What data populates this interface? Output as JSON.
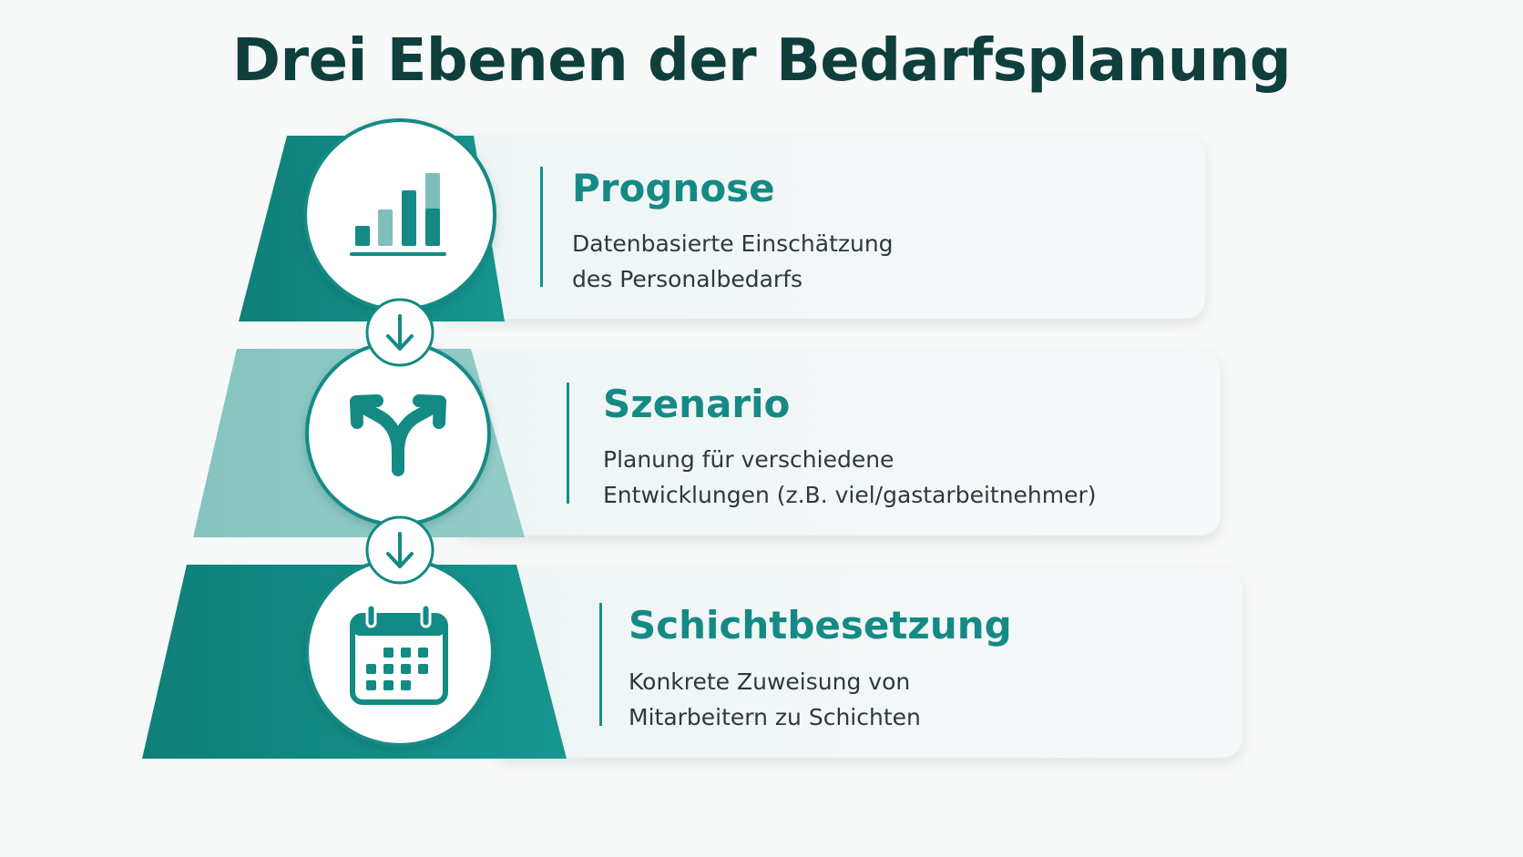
{
  "title": "Drei Ebenen der Bedarfsplanung",
  "colors": {
    "teal_dark": "#138a84",
    "teal_light": "#8cc7c3",
    "title": "#0f3f3c",
    "accent_text": "#158a85",
    "body_text": "#2d3a3a",
    "card_bg": "#eef5f5"
  },
  "levels": [
    {
      "title": "Prognose",
      "description": [
        "Datenbasierte Einschätzung",
        "des Personalbedarfs"
      ],
      "icon": "bar-chart-icon"
    },
    {
      "title": "Szenario",
      "description": [
        "Planung für verschiedene",
        "Entwicklungen (z.B. viel/gastarbeitnehmer)"
      ],
      "icon": "split-arrows-icon"
    },
    {
      "title": "Schichtbesetzung",
      "description": [
        "Konkrete Zuweisung von",
        "Mitarbeitern zu Schichten"
      ],
      "icon": "calendar-icon"
    }
  ],
  "connectors": [
    {
      "icon": "arrow-down-icon"
    },
    {
      "icon": "arrow-down-icon"
    }
  ]
}
